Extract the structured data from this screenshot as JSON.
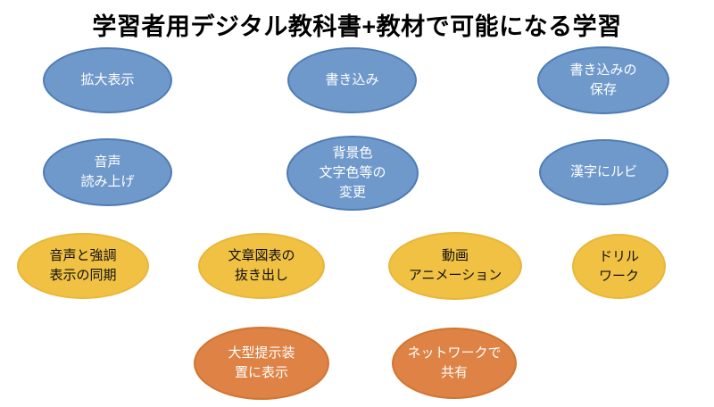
{
  "title": "学習者用デジタル教科書+教材で可能になる学習",
  "colors": {
    "background": "#FFFFFF",
    "title_color": "#000000",
    "blue_fill": "#6F99CB",
    "blue_border": "#4E7CB5",
    "yellow_fill": "#F0C143",
    "yellow_border": "#E8B73A",
    "orange_fill": "#DE8245",
    "orange_border": "#D2752F",
    "text_on_blue": "#FFFFFF",
    "text_on_yellow": "#111111",
    "text_on_orange": "#FFFFFF"
  },
  "ellipses": [
    {
      "label": "拡大表示",
      "group": "blue"
    },
    {
      "label": "書き込み",
      "group": "blue"
    },
    {
      "label": "書き込みの\n保存",
      "group": "blue"
    },
    {
      "label": "音声\n読み上げ",
      "group": "blue"
    },
    {
      "label": "背景色\n文字色等の\n変更",
      "group": "blue"
    },
    {
      "label": "漢字にルビ",
      "group": "blue"
    },
    {
      "label": "音声と強調\n表示の同期",
      "group": "yellow"
    },
    {
      "label": "文章図表の\n抜き出し",
      "group": "yellow"
    },
    {
      "label": "動画\nアニメーション",
      "group": "yellow"
    },
    {
      "label": "ドリル\nワーク",
      "group": "yellow"
    },
    {
      "label": "大型提示装\n置に表示",
      "group": "orange"
    },
    {
      "label": "ネットワークで\n共有",
      "group": "orange"
    }
  ]
}
